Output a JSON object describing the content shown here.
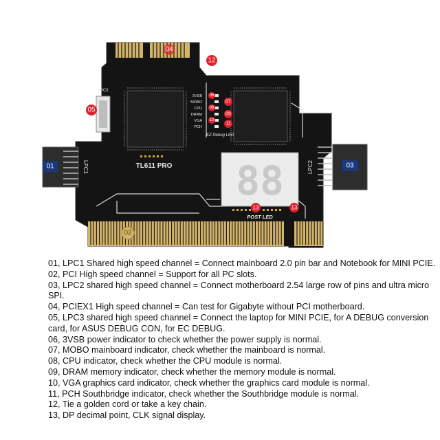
{
  "board": {
    "model_label": "TL611 PRO",
    "post_led_label": "POST LED",
    "ez_debug_label": "EZ Debug LED",
    "lpc1_label": "LPC1",
    "lpc2_label": "LPC2",
    "lpc3_label": "LPC3",
    "led_labels": [
      "3VSB",
      "MOBO",
      "CPU",
      "DRAM",
      "VGA",
      "PCH"
    ],
    "seg_display": "88"
  },
  "callouts": {
    "c01": "01",
    "c02": "02",
    "c03": "03",
    "c04": "04",
    "c05": "05",
    "c06": "06",
    "c07": "07",
    "c08": "08",
    "c09": "09",
    "c10": "10",
    "c11": "11",
    "c12": "12",
    "c13a": "13",
    "c13b": "13"
  },
  "colors": {
    "pcb": "#141414",
    "gold": "#d4b46a",
    "callout_red": "#e0202a",
    "callout_blue": "#1a3a8a"
  },
  "legend": [
    "01, LPC1 Shared high speed channel = Connect mainboard 2.0 pin bar and Notebook for MINI PCIE.",
    "02, PCI High speed channel = Support for all PC slots.",
    "03, LPC2 shared high speed channel = Connect motherboard 2.54 large row of pins and ultra micro SPI.",
    "04, PCIEX1 High speed channel = Can test for Gigabyte without PCI motherboard.",
    "05, LPC3 shared high speed channel = Connect the laptop for MINI PCIE, for A DEBUG conversion card, for ASUS DEBUG CON, for EC DEBUG.",
    "06, 3VSB power indicator to check whether the power supply is normal.",
    "07, MOBO mainboard indicator, check whether the mainboard is normal.",
    "08, CPU indicator, check whether the CPU module is normal.",
    "09, DRAM memory indicator, check whether the memory module is normal.",
    "10, VGA graphics card indicator, check whether the graphics card module is normal.",
    "11, PCH Southbridge indicator, check whether the Southbridge module is normal.",
    "12, Tie a golden cord or take a key chain.",
    "13, DP decimal point, CLK signal display."
  ]
}
